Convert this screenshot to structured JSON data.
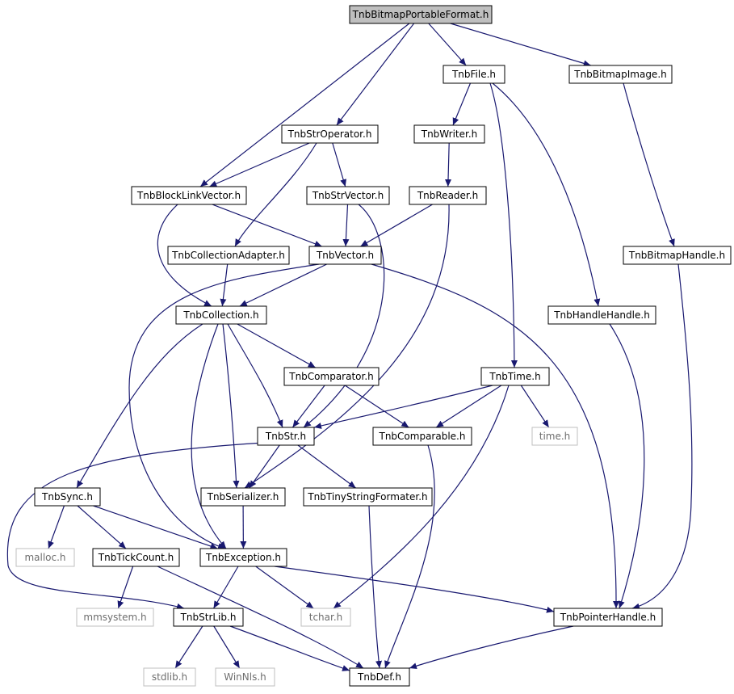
{
  "colors": {
    "edge": "#191970",
    "node_border": "#000000",
    "node_text": "#000000",
    "root_fill": "#bfbfbf",
    "system_border": "#bfbfbf",
    "system_text": "#6e6e6e"
  },
  "nodes": [
    {
      "id": "n0",
      "label": "TnbBitmapPortableFormat.h",
      "kind": "root"
    },
    {
      "id": "n1",
      "label": "TnbFile.h",
      "kind": "normal"
    },
    {
      "id": "n2",
      "label": "TnbBitmapImage.h",
      "kind": "normal"
    },
    {
      "id": "n3",
      "label": "TnbStrOperator.h",
      "kind": "normal"
    },
    {
      "id": "n4",
      "label": "TnbWriter.h",
      "kind": "normal"
    },
    {
      "id": "n5",
      "label": "TnbBlockLinkVector.h",
      "kind": "normal"
    },
    {
      "id": "n6",
      "label": "TnbStrVector.h",
      "kind": "normal"
    },
    {
      "id": "n7",
      "label": "TnbReader.h",
      "kind": "normal"
    },
    {
      "id": "n8",
      "label": "TnbCollectionAdapter.h",
      "kind": "normal"
    },
    {
      "id": "n9",
      "label": "TnbVector.h",
      "kind": "normal"
    },
    {
      "id": "n10",
      "label": "TnbBitmapHandle.h",
      "kind": "normal"
    },
    {
      "id": "n11",
      "label": "TnbCollection.h",
      "kind": "normal"
    },
    {
      "id": "n12",
      "label": "TnbHandleHandle.h",
      "kind": "normal"
    },
    {
      "id": "n13",
      "label": "TnbComparator.h",
      "kind": "normal"
    },
    {
      "id": "n14",
      "label": "TnbTime.h",
      "kind": "normal"
    },
    {
      "id": "n15",
      "label": "TnbStr.h",
      "kind": "normal"
    },
    {
      "id": "n16",
      "label": "TnbComparable.h",
      "kind": "normal"
    },
    {
      "id": "n17",
      "label": "time.h",
      "kind": "system"
    },
    {
      "id": "n18",
      "label": "TnbSync.h",
      "kind": "normal"
    },
    {
      "id": "n19",
      "label": "TnbSerializer.h",
      "kind": "normal"
    },
    {
      "id": "n20",
      "label": "TnbTinyStringFormater.h",
      "kind": "normal"
    },
    {
      "id": "n21",
      "label": "malloc.h",
      "kind": "system"
    },
    {
      "id": "n22",
      "label": "TnbTickCount.h",
      "kind": "normal"
    },
    {
      "id": "n23",
      "label": "TnbException.h",
      "kind": "normal"
    },
    {
      "id": "n24",
      "label": "mmsystem.h",
      "kind": "system"
    },
    {
      "id": "n25",
      "label": "TnbStrLib.h",
      "kind": "normal"
    },
    {
      "id": "n26",
      "label": "tchar.h",
      "kind": "system"
    },
    {
      "id": "n27",
      "label": "TnbPointerHandle.h",
      "kind": "normal"
    },
    {
      "id": "n28",
      "label": "stdlib.h",
      "kind": "system"
    },
    {
      "id": "n29",
      "label": "WinNls.h",
      "kind": "system"
    },
    {
      "id": "n30",
      "label": "TnbDef.h",
      "kind": "normal"
    }
  ],
  "edges": [
    {
      "from": "n0",
      "to": "n1"
    },
    {
      "from": "n0",
      "to": "n2"
    },
    {
      "from": "n0",
      "to": "n3"
    },
    {
      "from": "n0",
      "to": "n5"
    },
    {
      "from": "n1",
      "to": "n4"
    },
    {
      "from": "n1",
      "to": "n14"
    },
    {
      "from": "n1",
      "to": "n12"
    },
    {
      "from": "n2",
      "to": "n10"
    },
    {
      "from": "n3",
      "to": "n5"
    },
    {
      "from": "n3",
      "to": "n6"
    },
    {
      "from": "n3",
      "to": "n8"
    },
    {
      "from": "n4",
      "to": "n7"
    },
    {
      "from": "n5",
      "to": "n9"
    },
    {
      "from": "n5",
      "to": "n11"
    },
    {
      "from": "n6",
      "to": "n9"
    },
    {
      "from": "n6",
      "to": "n15"
    },
    {
      "from": "n7",
      "to": "n9"
    },
    {
      "from": "n7",
      "to": "n19"
    },
    {
      "from": "n8",
      "to": "n11"
    },
    {
      "from": "n9",
      "to": "n11"
    },
    {
      "from": "n9",
      "to": "n23"
    },
    {
      "from": "n9",
      "to": "n27"
    },
    {
      "from": "n10",
      "to": "n27"
    },
    {
      "from": "n11",
      "to": "n13"
    },
    {
      "from": "n11",
      "to": "n15"
    },
    {
      "from": "n11",
      "to": "n18"
    },
    {
      "from": "n11",
      "to": "n19"
    },
    {
      "from": "n11",
      "to": "n23"
    },
    {
      "from": "n12",
      "to": "n27"
    },
    {
      "from": "n13",
      "to": "n15"
    },
    {
      "from": "n13",
      "to": "n16"
    },
    {
      "from": "n14",
      "to": "n15"
    },
    {
      "from": "n14",
      "to": "n16"
    },
    {
      "from": "n14",
      "to": "n17"
    },
    {
      "from": "n14",
      "to": "n26"
    },
    {
      "from": "n15",
      "to": "n19"
    },
    {
      "from": "n15",
      "to": "n20"
    },
    {
      "from": "n15",
      "to": "n25"
    },
    {
      "from": "n16",
      "to": "n30"
    },
    {
      "from": "n18",
      "to": "n21"
    },
    {
      "from": "n18",
      "to": "n22"
    },
    {
      "from": "n18",
      "to": "n23"
    },
    {
      "from": "n19",
      "to": "n23"
    },
    {
      "from": "n20",
      "to": "n30"
    },
    {
      "from": "n22",
      "to": "n24"
    },
    {
      "from": "n22",
      "to": "n30"
    },
    {
      "from": "n23",
      "to": "n25"
    },
    {
      "from": "n23",
      "to": "n26"
    },
    {
      "from": "n23",
      "to": "n27"
    },
    {
      "from": "n25",
      "to": "n28"
    },
    {
      "from": "n25",
      "to": "n29"
    },
    {
      "from": "n25",
      "to": "n30"
    },
    {
      "from": "n27",
      "to": "n30"
    }
  ]
}
